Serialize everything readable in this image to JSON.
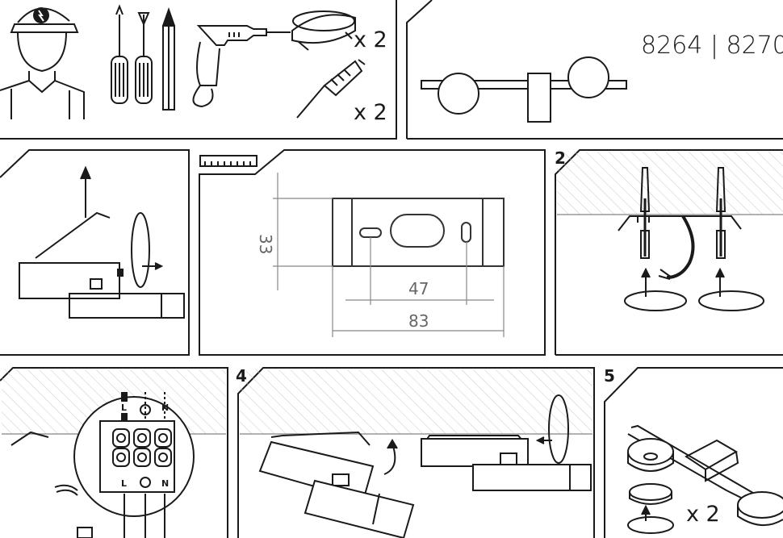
{
  "header": {
    "model_numbers": "8264 | 8270"
  },
  "tools": {
    "ceiling_cup_qty": "x 2",
    "dowel_screw_qty": "x 2"
  },
  "dimensions": {
    "height": "33",
    "hole_spacing": "47",
    "width": "83"
  },
  "steps": {
    "s2": "2",
    "s4": "4",
    "s5": "5"
  },
  "terminal": {
    "top_l": "L",
    "top_n": "N",
    "bot_l": "L",
    "bot_n": "N"
  },
  "step5": {
    "cup_qty": "x 2"
  }
}
